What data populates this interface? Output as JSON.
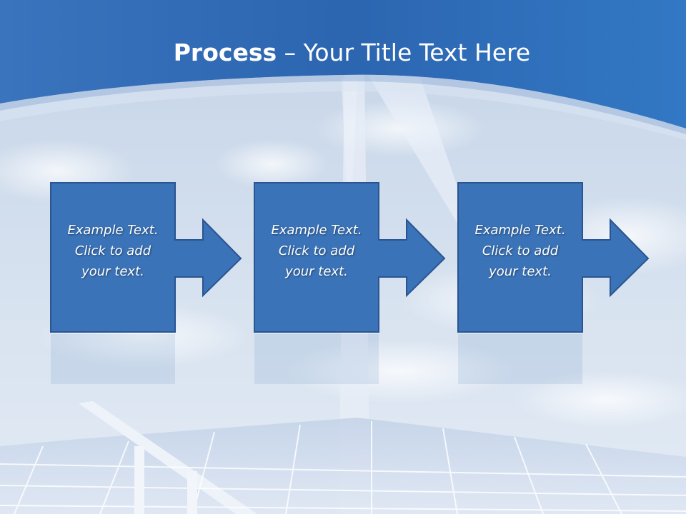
{
  "title": {
    "strong": "Process",
    "separator": " – ",
    "light": "Your Title Text Here"
  },
  "steps": [
    {
      "line1": "Example Text.",
      "line2": "Click  to add",
      "line3": "your text."
    },
    {
      "line1": "Example Text.",
      "line2": "Click  to add",
      "line3": "your text."
    },
    {
      "line1": "Example Text.",
      "line2": "Click  to add",
      "line3": "your text."
    }
  ],
  "colors": {
    "header_blue": "#2b6cb8",
    "box_fill": "#3a73b8",
    "box_border": "#2a5590",
    "title_text": "#ffffff"
  }
}
